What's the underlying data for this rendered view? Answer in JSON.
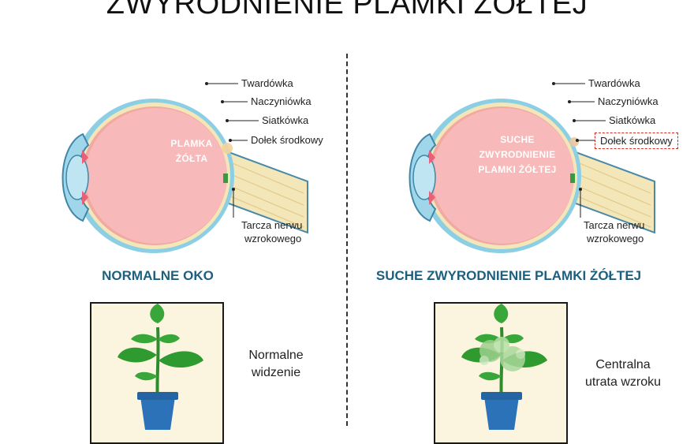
{
  "title": "ZWYRODNIENIE PLAMKI ŻÓŁTEJ",
  "left_eye": {
    "labels": {
      "sclera": "Twardówka",
      "choroid": "Naczyniówka",
      "retina": "Siatkówka",
      "fovea": "Dołek środkowy",
      "optic_disc_line1": "Tarcza nerwu",
      "optic_disc_line2": "wzrokowego"
    },
    "inner_text_line1": "PLAMKA",
    "inner_text_line2": "ŻÓŁTA"
  },
  "right_eye": {
    "labels": {
      "sclera": "Twardówka",
      "choroid": "Naczyniówka",
      "retina": "Siatkówka",
      "fovea": "Dołek środkowy",
      "optic_disc_line1": "Tarcza nerwu",
      "optic_disc_line2": "wzrokowego"
    },
    "inner_text_line1": "SUCHE",
    "inner_text_line2": "ZWYRODNIENIE",
    "inner_text_line3": "PLAMKI ŻÓŁTEJ"
  },
  "sections": {
    "left_heading": "NORMALNE OKO",
    "right_heading": "SUCHE ZWYRODNIENIE PLAMKI ŻÓŁTEJ"
  },
  "captions": {
    "left_line1": "Normalne",
    "left_line2": "widzenie",
    "right_line1": "Centralna",
    "right_line2": "utrata wzroku"
  },
  "colors": {
    "heading": "#1d5f7f",
    "retina_fill": "#f7b9b9",
    "sclera": "#f3e6b8",
    "choroid_outer": "#8ccfe4",
    "leaf_green": "#39a63a",
    "pot_blue": "#2b72b8",
    "panel_bg": "#fbf5e0",
    "fovea_box": "#d0302a"
  }
}
